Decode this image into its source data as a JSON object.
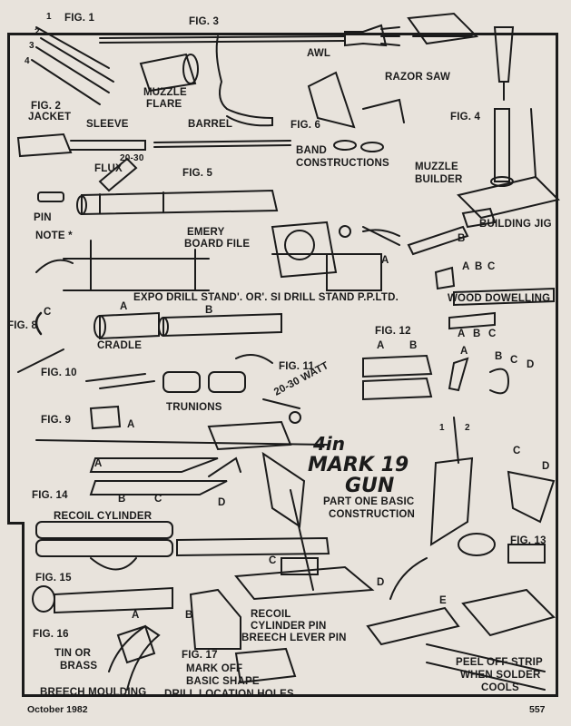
{
  "figures": {
    "fig1": "FIG. 1",
    "fig2": "FIG. 2",
    "fig3": "FIG. 3",
    "fig4": "FIG. 4",
    "fig5": "FIG. 5",
    "fig6": "FIG. 6",
    "fig8": "FIG. 8",
    "fig9": "FIG. 9",
    "fig10": "FIG. 10",
    "fig11": "FIG. 11",
    "fig12": "FIG. 12",
    "fig13": "FIG. 13",
    "fig14": "FIG. 14",
    "fig15": "FIG. 15",
    "fig16": "FIG. 16",
    "fig17": "FIG. 17"
  },
  "numbers": {
    "n1": "1",
    "n2": "2",
    "n3": "3",
    "n4": "4"
  },
  "labels": {
    "awl": "AWL",
    "razor_saw": "RAZOR SAW",
    "muzzle_flare": [
      "MUZZLE",
      "FLARE"
    ],
    "jacket": "JACKET",
    "sleeve": "SLEEVE",
    "barrel": "BARREL",
    "band_constructions": [
      "BAND",
      "CONSTRUCTIONS"
    ],
    "muzzle_builder": [
      "MUZZLE",
      "BUILDER"
    ],
    "flux": "FLUX",
    "watt_2030": "20-30",
    "pin": "PIN",
    "note": "NOTE *",
    "emery_board_file": [
      "EMERY",
      "BOARD FILE"
    ],
    "building_jig": "BUILDING JIG",
    "expo_drill": "EXPO DRILL STAND'. OR'. SI DRILL STAND P.P.LTD.",
    "wood_dowelling": "WOOD DOWELLING",
    "cradle": "CRADLE",
    "trunions": "TRUNIONS",
    "watt_label": "20-30 WATT",
    "recoil_cylinder": "RECOIL CYLINDER",
    "tin_or_brass": [
      "TIN OR",
      "BRASS"
    ],
    "breech_moulding": "BREECH MOULDING",
    "recoil_cylinder_pin": [
      "RECOIL",
      "CYLINDER PIN"
    ],
    "breech_lever_pin": "BREECH LEVER PIN",
    "mark_off": [
      "MARK OFF",
      "BASIC SHAPE",
      "DRILL LOCATION HOLES"
    ],
    "peel_off": [
      "PEEL OFF STRIP",
      "WHEN SOLDER",
      "COOLS"
    ],
    "part_one": [
      "PART ONE BASIC",
      "CONSTRUCTION"
    ]
  },
  "letters": {
    "a": "A",
    "b": "B",
    "c": "C",
    "d": "D",
    "e": "E"
  },
  "title": {
    "line1": "4in",
    "line2": "MARK 19",
    "line3": "GUN"
  },
  "footer": {
    "date": "October 1982",
    "page": "557"
  },
  "colors": {
    "ink": "#1b1b1b",
    "paper": "#e8e3dc"
  }
}
